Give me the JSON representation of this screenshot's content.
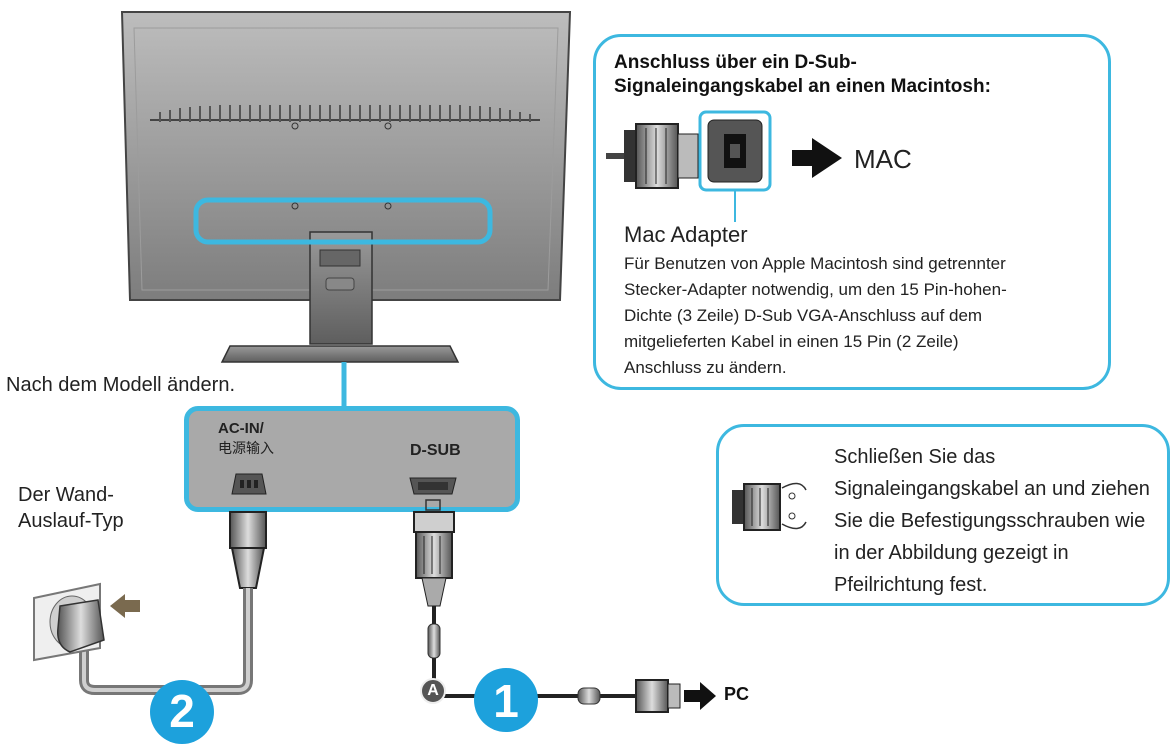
{
  "mac_box": {
    "title_line1": "Anschluss über ein D-Sub-",
    "title_line2": "Signaleingangskabel an einen Macintosh:",
    "mac_label": "MAC",
    "adapter_label": "Mac Adapter",
    "description_lines": [
      "Für Benutzen von Apple Macintosh sind getrennter",
      "Stecker-Adapter notwendig, um den 15 Pin-hohen-",
      "Dichte (3 Zeile) D-Sub VGA-Anschluss auf dem",
      "mitgelieferten Kabel in einen 15 Pin (2 Zeile)",
      "Anschluss zu ändern."
    ]
  },
  "model_note": "Nach dem Modell ändern.",
  "panel": {
    "ac_label_line1": "AC-IN/",
    "ac_label_line2": "电源输入",
    "dsub_label": "D-SUB"
  },
  "wall_outlet": {
    "label_line1": "Der Wand-",
    "label_line2": "Auslauf-Typ"
  },
  "screw_box": {
    "lines": [
      "Schließen Sie das",
      "Signaleingangskabel an und ziehen",
      "Sie die Befestigungsschrauben wie",
      "in der Abbildung gezeigt in",
      "Pfeilrichtung fest."
    ]
  },
  "callouts": {
    "step1": "1",
    "step2": "2",
    "marker_a": "A",
    "pc_label": "PC"
  },
  "colors": {
    "accent": "#3db8e0",
    "monitor_gray": "#8a8a8a",
    "step_badge": "#1da1dc"
  }
}
